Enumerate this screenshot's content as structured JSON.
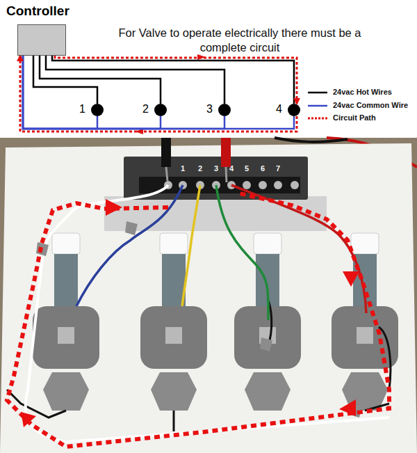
{
  "diagram": {
    "title": "For Valve to operate electrically there must be a complete circuit",
    "nodes": [
      {
        "text": [
          "Controller"
        ]
      },
      {
        "text": [
          "1"
        ]
      },
      {
        "text": [
          "2"
        ]
      },
      {
        "text": [
          "3"
        ]
      },
      {
        "text": [
          "4"
        ]
      }
    ],
    "edges": [
      {
        "from": 0,
        "to": 1,
        "arrow": "none"
      },
      {
        "from": 0,
        "to": 2,
        "arrow": "none"
      },
      {
        "from": 0,
        "to": 3,
        "arrow": "none"
      },
      {
        "from": 0,
        "to": 4,
        "arrow": "none"
      },
      {
        "from": 1,
        "to": 0,
        "arrow": "none"
      },
      {
        "from": 2,
        "to": 0,
        "arrow": "none"
      },
      {
        "from": 3,
        "to": 0,
        "arrow": "none"
      },
      {
        "from": 4,
        "to": 0,
        "arrow": "none"
      },
      {
        "from": 0,
        "to": 4,
        "arrow": "to"
      },
      {
        "from": 4,
        "to": 0,
        "arrow": "to"
      }
    ],
    "labels": [
      "1",
      "2",
      "3",
      "4",
      "5",
      "6",
      "7"
    ],
    "legend": [
      {
        "text": "24vac Hot Wires"
      },
      {
        "text": "24vac Common Wire"
      },
      {
        "text": "Circuit Path"
      }
    ]
  }
}
